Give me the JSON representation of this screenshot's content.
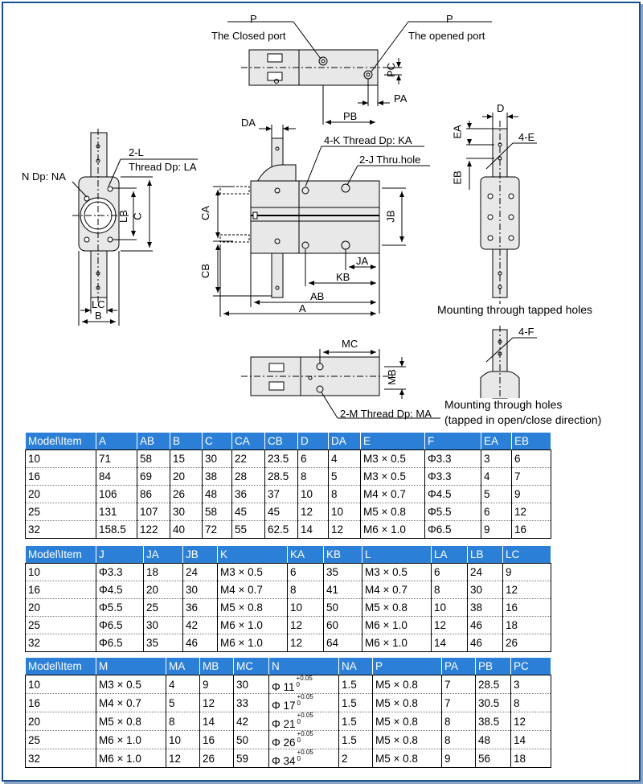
{
  "drawing_labels": {
    "p_left": "P",
    "closed_port": "The Closed port",
    "p_right": "P",
    "opened_port": "The opened port",
    "pc": "PC",
    "pa": "PA",
    "pb": "PB",
    "da": "DA",
    "k_thread": "4-K Thread Dp: KA",
    "j_thru": "2-J Thru.hole",
    "ca": "CA",
    "cb": "CB",
    "jb": "JB",
    "ja": "JA",
    "kb": "KB",
    "ab": "AB",
    "a": "A",
    "l_2": "2-L",
    "thread_la": "Thread Dp: LA",
    "n_na": "N Dp: NA",
    "lb": "LB",
    "c": "C",
    "lc": "LC",
    "b": "B",
    "d": "D",
    "ea": "EA",
    "e4": "4-E",
    "eb": "EB",
    "mount_tapped": "Mounting through tapped holes",
    "f4": "4-F",
    "mount_holes": "Mounting through holes",
    "mount_holes_note": "(tapped in open/close  direction)",
    "mc": "MC",
    "mb": "MB",
    "m_thread": "2-M Thread Dp: MA"
  },
  "table1": {
    "headers": [
      "Model\\Item",
      "A",
      "AB",
      "B",
      "C",
      "CA",
      "CB",
      "D",
      "DA",
      "E",
      "F",
      "EA",
      "EB"
    ],
    "rows": [
      [
        "10",
        "71",
        "58",
        "15",
        "30",
        "22",
        "23.5",
        "6",
        "4",
        "M3 × 0.5",
        "Φ3.3",
        "3",
        "6"
      ],
      [
        "16",
        "84",
        "69",
        "20",
        "38",
        "28",
        "28.5",
        "8",
        "5",
        "M3 × 0.5",
        "Φ3.3",
        "4",
        "7"
      ],
      [
        "20",
        "106",
        "86",
        "26",
        "48",
        "36",
        "37",
        "10",
        "8",
        "M4 × 0.7",
        "Φ4.5",
        "5",
        "9"
      ],
      [
        "25",
        "131",
        "107",
        "30",
        "58",
        "45",
        "45",
        "12",
        "10",
        "M5 × 0.8",
        "Φ5.5",
        "6",
        "12"
      ],
      [
        "32",
        "158.5",
        "122",
        "40",
        "72",
        "55",
        "62.5",
        "14",
        "12",
        "M6 × 1.0",
        "Φ6.5",
        "9",
        "16"
      ]
    ]
  },
  "table2": {
    "headers": [
      "Model\\Item",
      "J",
      "JA",
      "JB",
      "K",
      "KA",
      "KB",
      "L",
      "LA",
      "LB",
      "LC"
    ],
    "rows": [
      [
        "10",
        "Φ3.3",
        "18",
        "24",
        "M3 × 0.5",
        "6",
        "35",
        "M3 × 0.5",
        "6",
        "24",
        "9"
      ],
      [
        "16",
        "Φ4.5",
        "20",
        "30",
        "M4 × 0.7",
        "8",
        "41",
        "M4 × 0.7",
        "8",
        "30",
        "12"
      ],
      [
        "20",
        "Φ5.5",
        "25",
        "36",
        "M5 × 0.8",
        "10",
        "50",
        "M5 × 0.8",
        "10",
        "38",
        "16"
      ],
      [
        "25",
        "Φ6.5",
        "30",
        "42",
        "M6 × 1.0",
        "12",
        "60",
        "M6 × 1.0",
        "12",
        "46",
        "18"
      ],
      [
        "32",
        "Φ6.5",
        "35",
        "46",
        "M6 × 1.0",
        "12",
        "64",
        "M6 × 1.0",
        "14",
        "46",
        "26"
      ]
    ]
  },
  "table3": {
    "headers": [
      "Model\\Item",
      "M",
      "MA",
      "MB",
      "MC",
      "N",
      "NA",
      "P",
      "PA",
      "PB",
      "PC"
    ],
    "tol_upper": "+0.05",
    "tol_lower": "0",
    "rows": [
      [
        "10",
        "M3 × 0.5",
        "4",
        "9",
        "30",
        "Φ 11",
        "1.5",
        "M5 × 0.8",
        "7",
        "28.5",
        "3"
      ],
      [
        "16",
        "M4 × 0.7",
        "5",
        "12",
        "33",
        "Φ 17",
        "1.5",
        "M5 × 0.8",
        "7",
        "30.5",
        "8"
      ],
      [
        "20",
        "M5 × 0.8",
        "8",
        "14",
        "42",
        "Φ 21",
        "1.5",
        "M5 × 0.8",
        "8",
        "38.5",
        "12"
      ],
      [
        "25",
        "M6 × 1.0",
        "10",
        "16",
        "50",
        "Φ 26",
        "1.5",
        "M5 × 0.8",
        "8",
        "48",
        "14"
      ],
      [
        "32",
        "M6 × 1.0",
        "12",
        "26",
        "59",
        "Φ 34",
        "2",
        "M5 × 0.8",
        "9",
        "56",
        "18"
      ]
    ]
  },
  "colors": {
    "header_bg": "#2c7fd6",
    "frame": "#1a4f8c",
    "part_fill": "#e8e8e8"
  }
}
